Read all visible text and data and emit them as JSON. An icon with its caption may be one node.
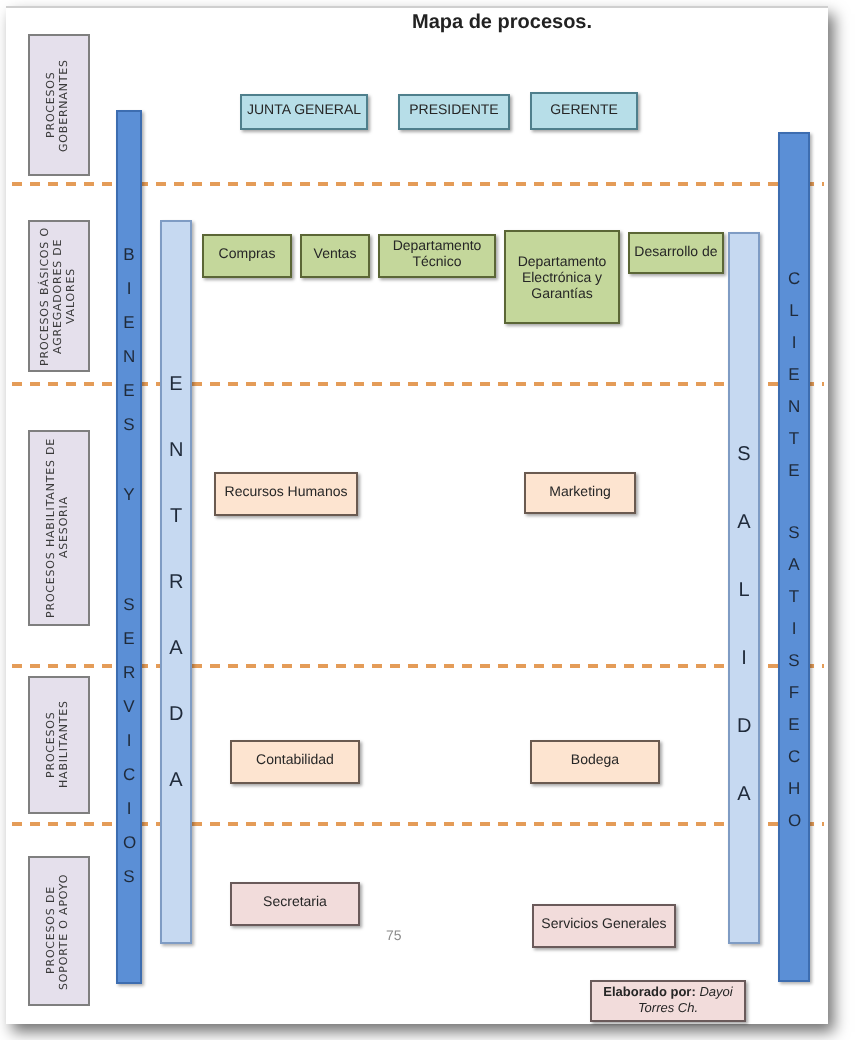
{
  "diagram": {
    "title": "Mapa de procesos.",
    "nodes": [
      {
        "text": [
          "PROCESOS GOBERNANTES"
        ]
      },
      {
        "text": [
          "JUNTA GENERAL"
        ]
      },
      {
        "text": [
          "PRESIDENTE"
        ]
      },
      {
        "text": [
          "GERENTE"
        ]
      },
      {
        "text": [
          "BIENES Y SERVICIOS"
        ]
      },
      {
        "text": [
          "CLIENTE SATISFECHO"
        ]
      },
      {
        "text": [
          "PROCESOS BÁSICOS O AGREGADORES DE VALORES"
        ]
      },
      {
        "text": [
          "ENTRADA"
        ]
      },
      {
        "text": [
          "Compras"
        ]
      },
      {
        "text": [
          "Ventas"
        ]
      },
      {
        "text": [
          "Departamento Técnico"
        ]
      },
      {
        "text": [
          "Departamento Electrónica y Garantías"
        ]
      },
      {
        "text": [
          "Desarrollo de"
        ]
      },
      {
        "text": [
          "SALIDA"
        ]
      },
      {
        "text": [
          "PROCESOS HABILITANTES DE ASESORIA"
        ]
      },
      {
        "text": [
          "Recursos Humanos"
        ]
      },
      {
        "text": [
          "Marketing"
        ]
      },
      {
        "text": [
          "PROCESOS HABILITANTES"
        ]
      },
      {
        "text": [
          "Contabilidad"
        ]
      },
      {
        "text": [
          "Bodega"
        ]
      },
      {
        "text": [
          "PROCESOS DE SOPORTE O APOYO"
        ]
      },
      {
        "text": [
          "Secretaria"
        ]
      },
      {
        "text": [
          "Servicios Generales"
        ]
      },
      {
        "text": [
          "**Elaborado por:** *Dayoi Torres Ch.*"
        ]
      }
    ],
    "labels": [
      "75"
    ]
  }
}
